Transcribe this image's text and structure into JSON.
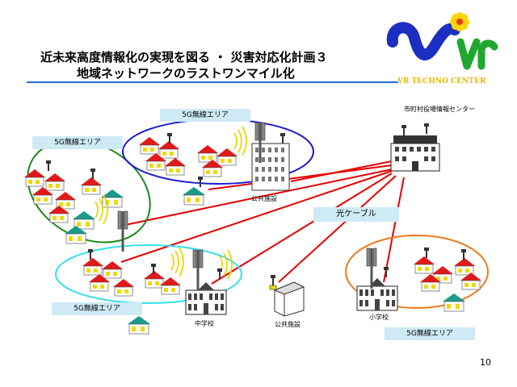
{
  "header": {
    "title_line1": "近未来高度情報化の実現を図る ・ 災害対応化計画３",
    "title_line2": "地域ネットワークのラストワンマイル化",
    "logo_text": "VR TECHNO CENTER"
  },
  "diagram": {
    "center_label": "市町村役場情報センター",
    "cable_label": "光ケーブル",
    "area_labels": [
      "5G無線エリア",
      "5G無線エリア",
      "5G無線エリア",
      "5G無線エリア"
    ],
    "public_facility_1": "公共施設",
    "public_facility_2": "公共施設",
    "junior_high": "中学校",
    "elementary": "小学校"
  },
  "colors": {
    "cable": "#e60000",
    "area_green": "#1a8a1a",
    "area_blue": "#1a1ad0",
    "area_cyan": "#36e0e8",
    "area_orange": "#f07a1a",
    "title_rule": "#2a6bd0"
  },
  "footer": {
    "page_number": "10"
  }
}
